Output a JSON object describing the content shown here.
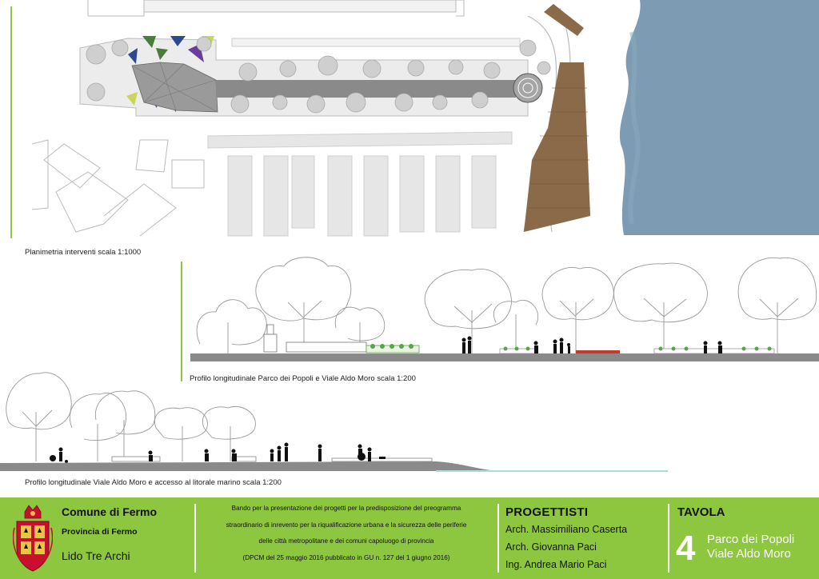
{
  "plan": {
    "caption": "Planimetria interventi  scala 1:1000"
  },
  "profile1": {
    "caption": "Profilo longitudinale Parco dei Popoli e Viale Aldo Moro scala 1:200"
  },
  "profile2": {
    "caption": "Profilo longitudinale Viale Aldo Moro e accesso al litorale marino scala 1:200"
  },
  "colors": {
    "accent_green": "#8dc63f",
    "sea": "#7d9cb3",
    "paving": "#9a9a9a",
    "deck": "#8b6a4a"
  },
  "titleblock": {
    "municipality": "Comune di Fermo",
    "province": "Provincia di Fermo",
    "location": "Lido Tre Archi",
    "bando_lines": [
      "Bando per la presentazione dei progetti per la predisposizione del preogramma",
      "straordinario di inrevento per la riqualificazione urbana e la sicurezza delle periferie",
      "delle città metropolitane e dei comuni capoluogo di provincia",
      "(DPCM del 25 maggio 2016 pubblicato in GU n. 127 del 1 giugno 2016)"
    ],
    "designers_title": "PROGETTISTI",
    "designers": [
      "Arch. Massimiliano Caserta",
      "Arch. Giovanna Paci",
      "Ing. Andrea Mario Paci"
    ],
    "sheet_title": "TAVOLA",
    "sheet_number": "4",
    "sheet_subtitle_1": "Parco dei Popoli",
    "sheet_subtitle_2": "Viale Aldo Moro"
  }
}
